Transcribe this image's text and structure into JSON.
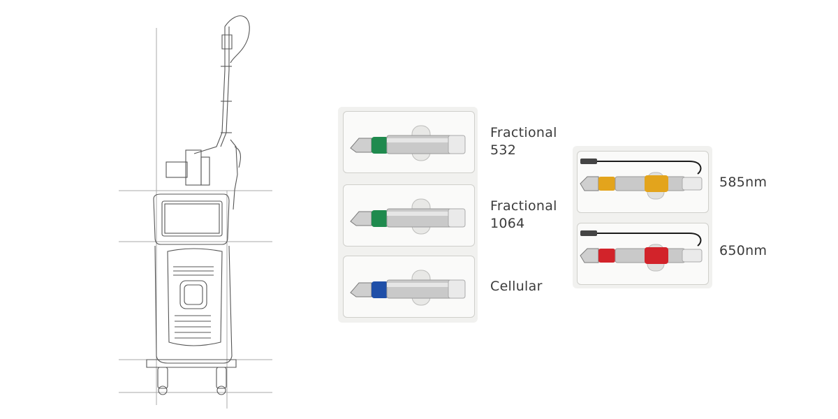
{
  "machine": {
    "icon": "laser-machine-icon"
  },
  "handpieces_left": [
    {
      "label": "Fractional\n532",
      "accent": "#1f8a4e",
      "icon": "handpiece-icon"
    },
    {
      "label": "Fractional\n1064",
      "accent": "#1f8a4e",
      "icon": "handpiece-icon"
    },
    {
      "label": "Cellular",
      "accent": "#1f4fa8",
      "icon": "handpiece-icon"
    }
  ],
  "handpieces_right": [
    {
      "label": "585nm",
      "accent": "#e3a41c",
      "icon": "handpiece-icon"
    },
    {
      "label": "650nm",
      "accent": "#d2232a",
      "icon": "handpiece-icon"
    }
  ]
}
